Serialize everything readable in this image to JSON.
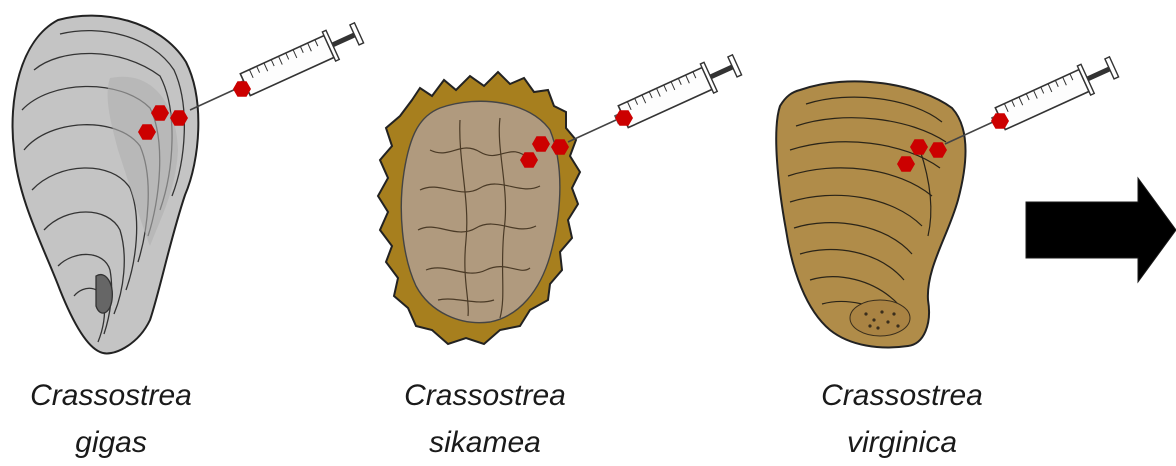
{
  "panels": [
    {
      "genus": "Crassostrea",
      "species": "gigas",
      "shell_color": "#c4c4c4",
      "shell_inner": "#b0b0b0",
      "icon": "oyster-shell"
    },
    {
      "genus": "Crassostrea",
      "species": "sikamea",
      "shell_color": "#a77f1e",
      "shell_inner": "#b09a7e",
      "icon": "oyster-shell"
    },
    {
      "genus": "Crassostrea",
      "species": "virginica",
      "shell_color": "#b08c49",
      "shell_inner": "#a98343",
      "icon": "oyster-shell"
    }
  ],
  "marker_color": "#cc0000",
  "arrow_color": "#000000",
  "syringe_icon": "syringe-icon",
  "injection_marker_icon": "hexagon-marker-icon",
  "next_step_icon": "right-arrow-icon"
}
